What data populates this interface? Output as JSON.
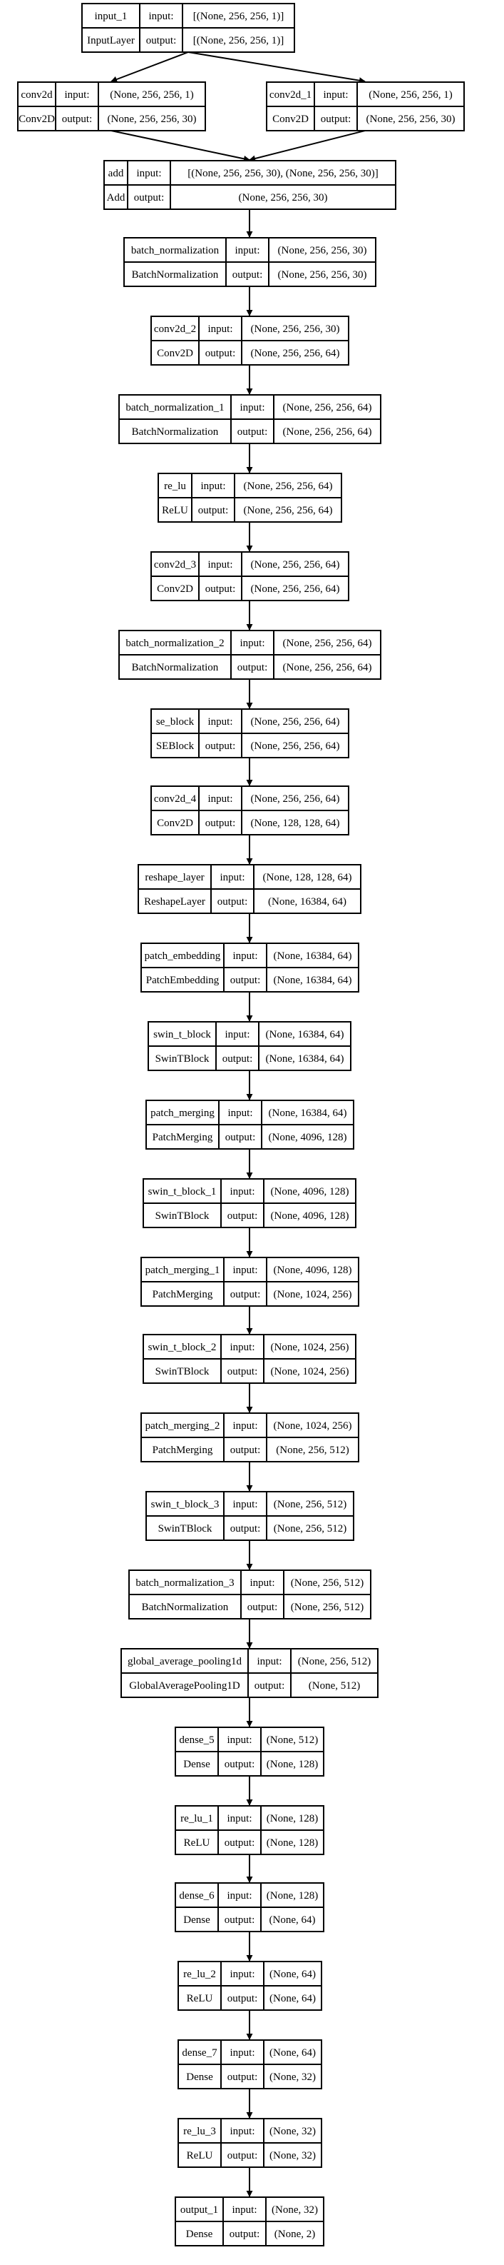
{
  "nodes": [
    {
      "id": "input_1",
      "name": "input_1",
      "type": "InputLayer",
      "input": "[(None, 256, 256, 1)]",
      "output": "[(None, 256, 256, 1)]"
    },
    {
      "id": "conv2d",
      "name": "conv2d",
      "type": "Conv2D",
      "input": "(None, 256, 256, 1)",
      "output": "(None, 256, 256, 30)"
    },
    {
      "id": "conv2d_1",
      "name": "conv2d_1",
      "type": "Conv2D",
      "input": "(None, 256, 256, 1)",
      "output": "(None, 256, 256, 30)"
    },
    {
      "id": "add",
      "name": "add",
      "type": "Add",
      "input": "[(None, 256, 256, 30), (None, 256, 256, 30)]",
      "output": "(None, 256, 256, 30)"
    },
    {
      "id": "batch_normalization",
      "name": "batch_normalization",
      "type": "BatchNormalization",
      "input": "(None, 256, 256, 30)",
      "output": "(None, 256, 256, 30)"
    },
    {
      "id": "conv2d_2",
      "name": "conv2d_2",
      "type": "Conv2D",
      "input": "(None, 256, 256, 30)",
      "output": "(None, 256, 256, 64)"
    },
    {
      "id": "batch_normalization_1",
      "name": "batch_normalization_1",
      "type": "BatchNormalization",
      "input": "(None, 256, 256, 64)",
      "output": "(None, 256, 256, 64)"
    },
    {
      "id": "re_lu",
      "name": "re_lu",
      "type": "ReLU",
      "input": "(None, 256, 256, 64)",
      "output": "(None, 256, 256, 64)"
    },
    {
      "id": "conv2d_3",
      "name": "conv2d_3",
      "type": "Conv2D",
      "input": "(None, 256, 256, 64)",
      "output": "(None, 256, 256, 64)"
    },
    {
      "id": "batch_normalization_2",
      "name": "batch_normalization_2",
      "type": "BatchNormalization",
      "input": "(None, 256, 256, 64)",
      "output": "(None, 256, 256, 64)"
    },
    {
      "id": "se_block",
      "name": "se_block",
      "type": "SEBlock",
      "input": "(None, 256, 256, 64)",
      "output": "(None, 256, 256, 64)"
    },
    {
      "id": "conv2d_4",
      "name": "conv2d_4",
      "type": "Conv2D",
      "input": "(None, 256, 256, 64)",
      "output": "(None, 128, 128, 64)"
    },
    {
      "id": "reshape_layer",
      "name": "reshape_layer",
      "type": "ReshapeLayer",
      "input": "(None, 128, 128, 64)",
      "output": "(None, 16384, 64)"
    },
    {
      "id": "patch_embedding",
      "name": "patch_embedding",
      "type": "PatchEmbedding",
      "input": "(None, 16384, 64)",
      "output": "(None, 16384, 64)"
    },
    {
      "id": "swin_t_block",
      "name": "swin_t_block",
      "type": "SwinTBlock",
      "input": "(None, 16384, 64)",
      "output": "(None, 16384, 64)"
    },
    {
      "id": "patch_merging",
      "name": "patch_merging",
      "type": "PatchMerging",
      "input": "(None, 16384, 64)",
      "output": "(None, 4096, 128)"
    },
    {
      "id": "swin_t_block_1",
      "name": "swin_t_block_1",
      "type": "SwinTBlock",
      "input": "(None, 4096, 128)",
      "output": "(None, 4096, 128)"
    },
    {
      "id": "patch_merging_1",
      "name": "patch_merging_1",
      "type": "PatchMerging",
      "input": "(None, 4096, 128)",
      "output": "(None, 1024, 256)"
    },
    {
      "id": "swin_t_block_2",
      "name": "swin_t_block_2",
      "type": "SwinTBlock",
      "input": "(None, 1024, 256)",
      "output": "(None, 1024, 256)"
    },
    {
      "id": "patch_merging_2",
      "name": "patch_merging_2",
      "type": "PatchMerging",
      "input": "(None, 1024, 256)",
      "output": "(None, 256, 512)"
    },
    {
      "id": "swin_t_block_3",
      "name": "swin_t_block_3",
      "type": "SwinTBlock",
      "input": "(None, 256, 512)",
      "output": "(None, 256, 512)"
    },
    {
      "id": "batch_normalization_3",
      "name": "batch_normalization_3",
      "type": "BatchNormalization",
      "input": "(None, 256, 512)",
      "output": "(None, 256, 512)"
    },
    {
      "id": "global_average_pooling1d",
      "name": "global_average_pooling1d",
      "type": "GlobalAveragePooling1D",
      "input": "(None, 256, 512)",
      "output": "(None, 512)"
    },
    {
      "id": "dense_5",
      "name": "dense_5",
      "type": "Dense",
      "input": "(None, 512)",
      "output": "(None, 128)"
    },
    {
      "id": "re_lu_1",
      "name": "re_lu_1",
      "type": "ReLU",
      "input": "(None, 128)",
      "output": "(None, 128)"
    },
    {
      "id": "dense_6",
      "name": "dense_6",
      "type": "Dense",
      "input": "(None, 128)",
      "output": "(None, 64)"
    },
    {
      "id": "re_lu_2",
      "name": "re_lu_2",
      "type": "ReLU",
      "input": "(None, 64)",
      "output": "(None, 64)"
    },
    {
      "id": "dense_7",
      "name": "dense_7",
      "type": "Dense",
      "input": "(None, 64)",
      "output": "(None, 32)"
    },
    {
      "id": "re_lu_3",
      "name": "re_lu_3",
      "type": "ReLU",
      "input": "(None, 32)",
      "output": "(None, 32)"
    },
    {
      "id": "output_1",
      "name": "output_1",
      "type": "Dense",
      "input": "(None, 32)",
      "output": "(None, 2)"
    }
  ],
  "edges": [
    [
      "input_1",
      "conv2d"
    ],
    [
      "input_1",
      "conv2d_1"
    ],
    [
      "conv2d",
      "add"
    ],
    [
      "conv2d_1",
      "add"
    ],
    [
      "add",
      "batch_normalization"
    ],
    [
      "batch_normalization",
      "conv2d_2"
    ],
    [
      "conv2d_2",
      "batch_normalization_1"
    ],
    [
      "batch_normalization_1",
      "re_lu"
    ],
    [
      "re_lu",
      "conv2d_3"
    ],
    [
      "conv2d_3",
      "batch_normalization_2"
    ],
    [
      "batch_normalization_2",
      "se_block"
    ],
    [
      "se_block",
      "conv2d_4"
    ],
    [
      "conv2d_4",
      "reshape_layer"
    ],
    [
      "reshape_layer",
      "patch_embedding"
    ],
    [
      "patch_embedding",
      "swin_t_block"
    ],
    [
      "swin_t_block",
      "patch_merging"
    ],
    [
      "patch_merging",
      "swin_t_block_1"
    ],
    [
      "swin_t_block_1",
      "patch_merging_1"
    ],
    [
      "patch_merging_1",
      "swin_t_block_2"
    ],
    [
      "swin_t_block_2",
      "patch_merging_2"
    ],
    [
      "patch_merging_2",
      "swin_t_block_3"
    ],
    [
      "swin_t_block_3",
      "batch_normalization_3"
    ],
    [
      "batch_normalization_3",
      "global_average_pooling1d"
    ],
    [
      "global_average_pooling1d",
      "dense_5"
    ],
    [
      "dense_5",
      "re_lu_1"
    ],
    [
      "re_lu_1",
      "dense_6"
    ],
    [
      "dense_6",
      "re_lu_2"
    ],
    [
      "re_lu_2",
      "dense_7"
    ],
    [
      "dense_7",
      "re_lu_3"
    ],
    [
      "re_lu_3",
      "output_1"
    ]
  ],
  "port_labels": {
    "input": "input:",
    "output": "output:"
  }
}
